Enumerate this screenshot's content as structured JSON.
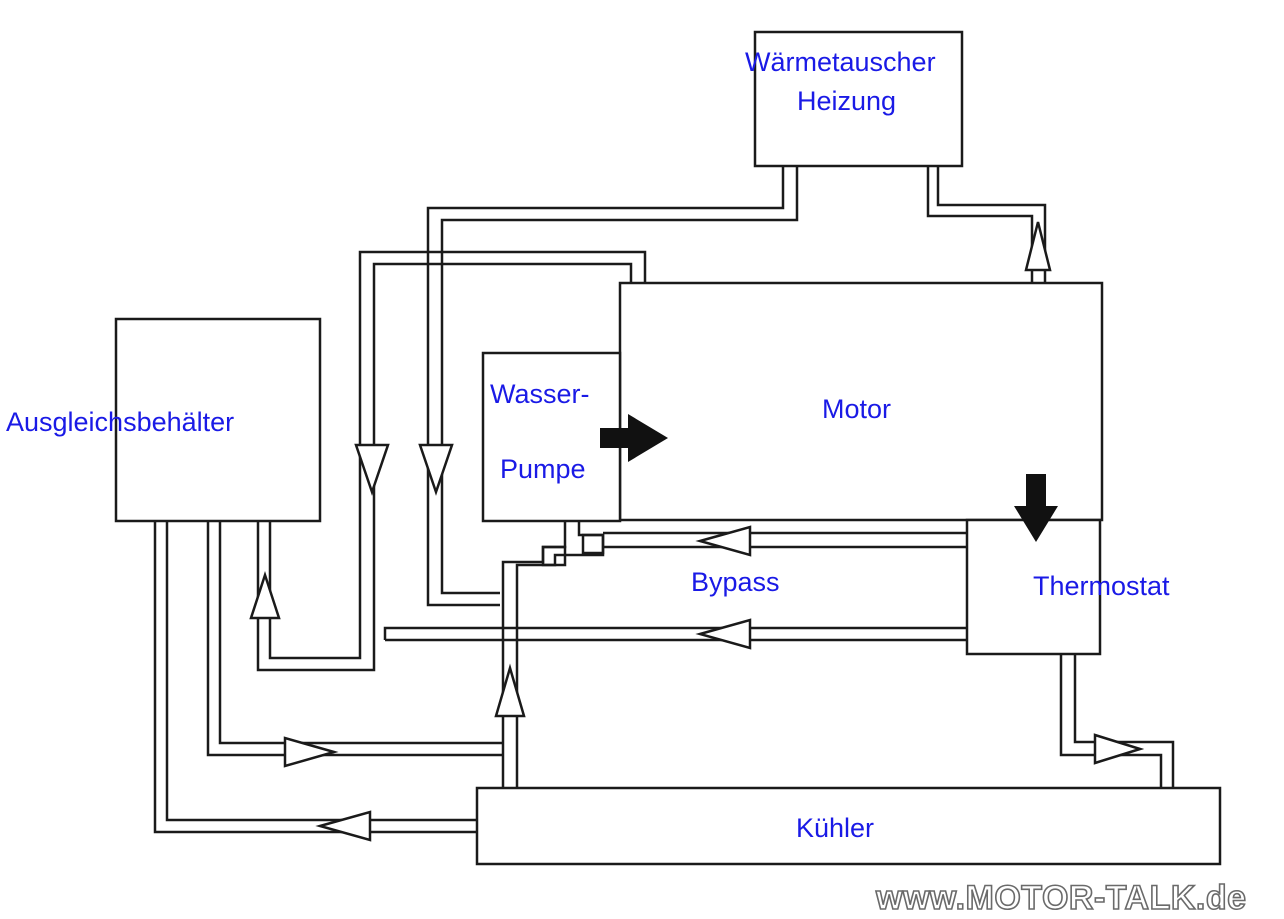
{
  "labels": {
    "heater_line1": "Wärmetauscher",
    "heater_line2": "Heizung",
    "engine": "Motor",
    "pump_line1": "Wasser-",
    "pump_line2": "Pumpe",
    "reservoir": "Ausgleichsbehälter",
    "bypass": "Bypass",
    "thermostat": "Thermostat",
    "radiator": "Kühler"
  },
  "watermark": "www.MOTOR-TALK.de",
  "colors": {
    "label": "#1a1ae6",
    "line": "#1a1a1a"
  }
}
